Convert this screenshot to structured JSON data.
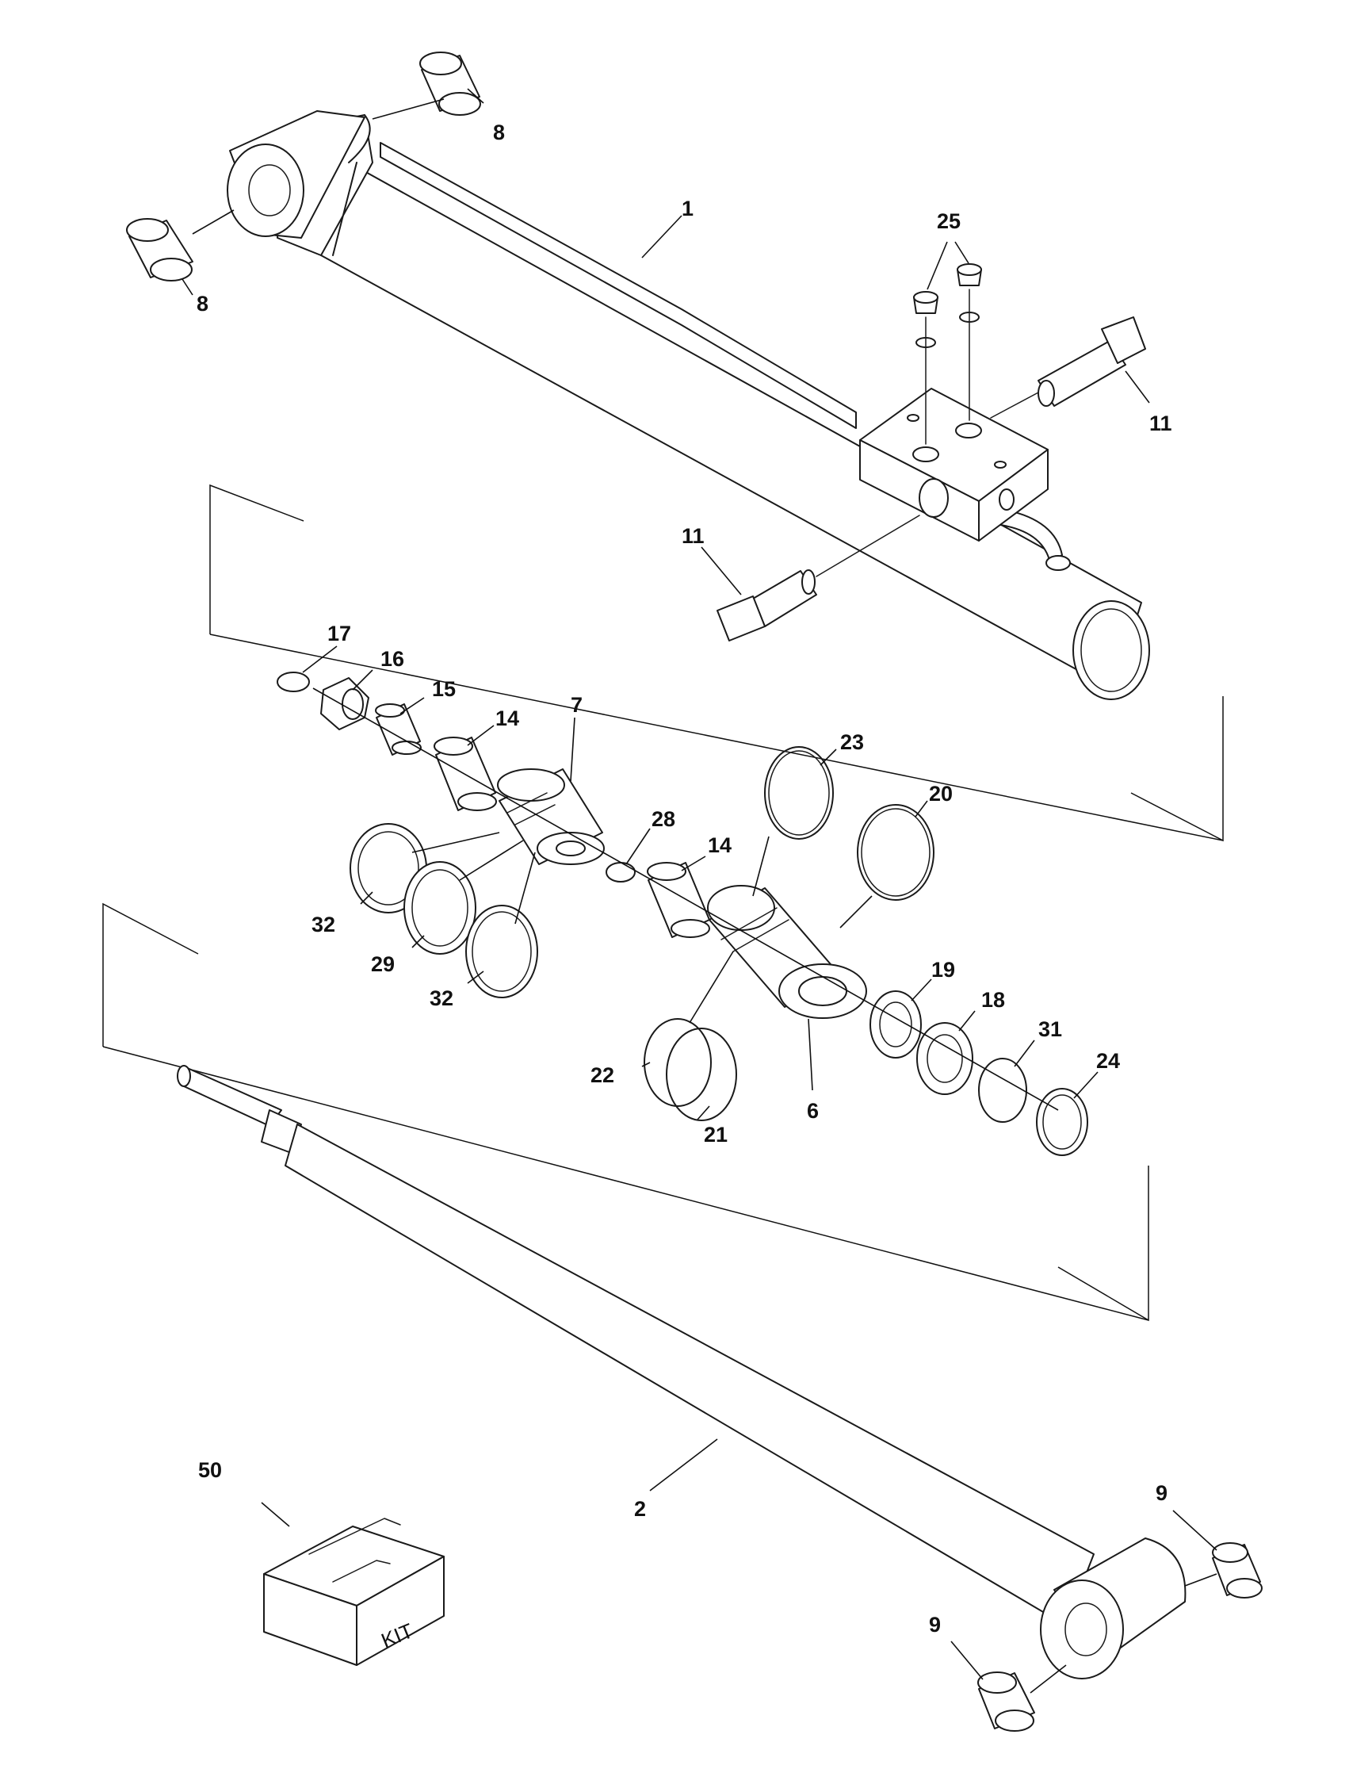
{
  "callouts": [
    {
      "id": "c8a",
      "label": "8"
    },
    {
      "id": "c8b",
      "label": "8"
    },
    {
      "id": "c1",
      "label": "1"
    },
    {
      "id": "c25",
      "label": "25"
    },
    {
      "id": "c11a",
      "label": "11"
    },
    {
      "id": "c11b",
      "label": "11"
    },
    {
      "id": "c17",
      "label": "17"
    },
    {
      "id": "c16",
      "label": "16"
    },
    {
      "id": "c15",
      "label": "15"
    },
    {
      "id": "c14a",
      "label": "14"
    },
    {
      "id": "c7",
      "label": "7"
    },
    {
      "id": "c23",
      "label": "23"
    },
    {
      "id": "c20",
      "label": "20"
    },
    {
      "id": "c28",
      "label": "28"
    },
    {
      "id": "c14b",
      "label": "14"
    },
    {
      "id": "c32a",
      "label": "32"
    },
    {
      "id": "c29",
      "label": "29"
    },
    {
      "id": "c32b",
      "label": "32"
    },
    {
      "id": "c19",
      "label": "19"
    },
    {
      "id": "c18",
      "label": "18"
    },
    {
      "id": "c31",
      "label": "31"
    },
    {
      "id": "c24",
      "label": "24"
    },
    {
      "id": "c22",
      "label": "22"
    },
    {
      "id": "c21",
      "label": "21"
    },
    {
      "id": "c6",
      "label": "6"
    },
    {
      "id": "c50",
      "label": "50"
    },
    {
      "id": "c2",
      "label": "2"
    },
    {
      "id": "c9a",
      "label": "9"
    },
    {
      "id": "c9b",
      "label": "9"
    }
  ],
  "kit_box": {
    "label": "KIT"
  }
}
